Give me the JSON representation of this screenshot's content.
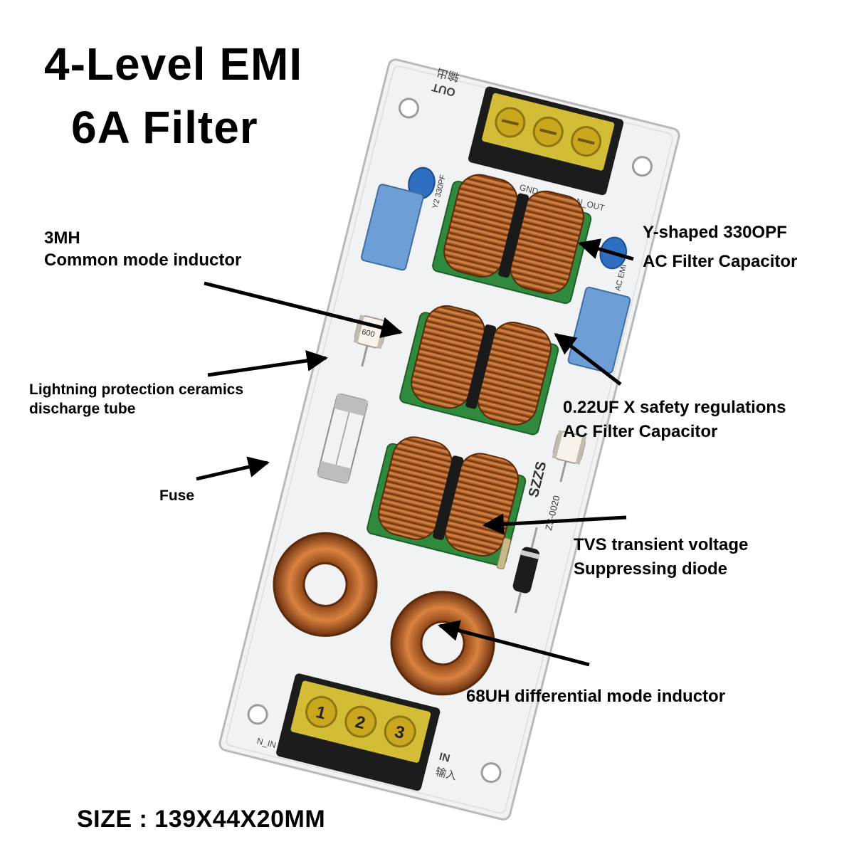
{
  "title": {
    "line1": "4-Level EMI",
    "line2": "6A Filter"
  },
  "size": "SIZE : 139X44X20MM",
  "callouts": {
    "common_mode_inductor": {
      "line1": "3MH",
      "line2": "Common mode inductor"
    },
    "y_capacitor": {
      "line1": "Y-shaped 330OPF",
      "line2": "AC Filter Capacitor"
    },
    "discharge_tube": {
      "line1": "Lightning protection ceramics",
      "line2": "discharge tube"
    },
    "x_capacitor": {
      "line1": "0.22UF X safety regulations",
      "line2": "AC Filter Capacitor"
    },
    "fuse": {
      "line1": "Fuse"
    },
    "tvs_diode": {
      "line1": "TVS transient voltage",
      "line2": "Suppressing diode"
    },
    "differential_inductor": {
      "line1": "68UH differential mode inductor"
    }
  },
  "board_silkscreen": {
    "out_label": "OUT",
    "out_cn": "输出",
    "in_label": "IN",
    "in_cn": "输入",
    "gnd": "GND",
    "n_out": "N_OUT",
    "n_in": "N_IN",
    "brand": "SZZS",
    "model": "ZS-0020",
    "cap_marking": "Y2 330PF",
    "ac_emi": "AC EMI",
    "tube_marking": "600",
    "terminal_1": "1",
    "terminal_2": "2",
    "terminal_3": "3"
  },
  "colors": {
    "pcb": "#f1f2f3",
    "copper": "#c46a2b",
    "copper_dark": "#7a3a12",
    "terminal_yellow": "#e8cf3a",
    "terminal_black": "#1c1c1c",
    "inductor_base": "#2f8a3e",
    "x_cap_blue": "#6d9fd6",
    "y_cap_blue": "#2f6fc2"
  }
}
